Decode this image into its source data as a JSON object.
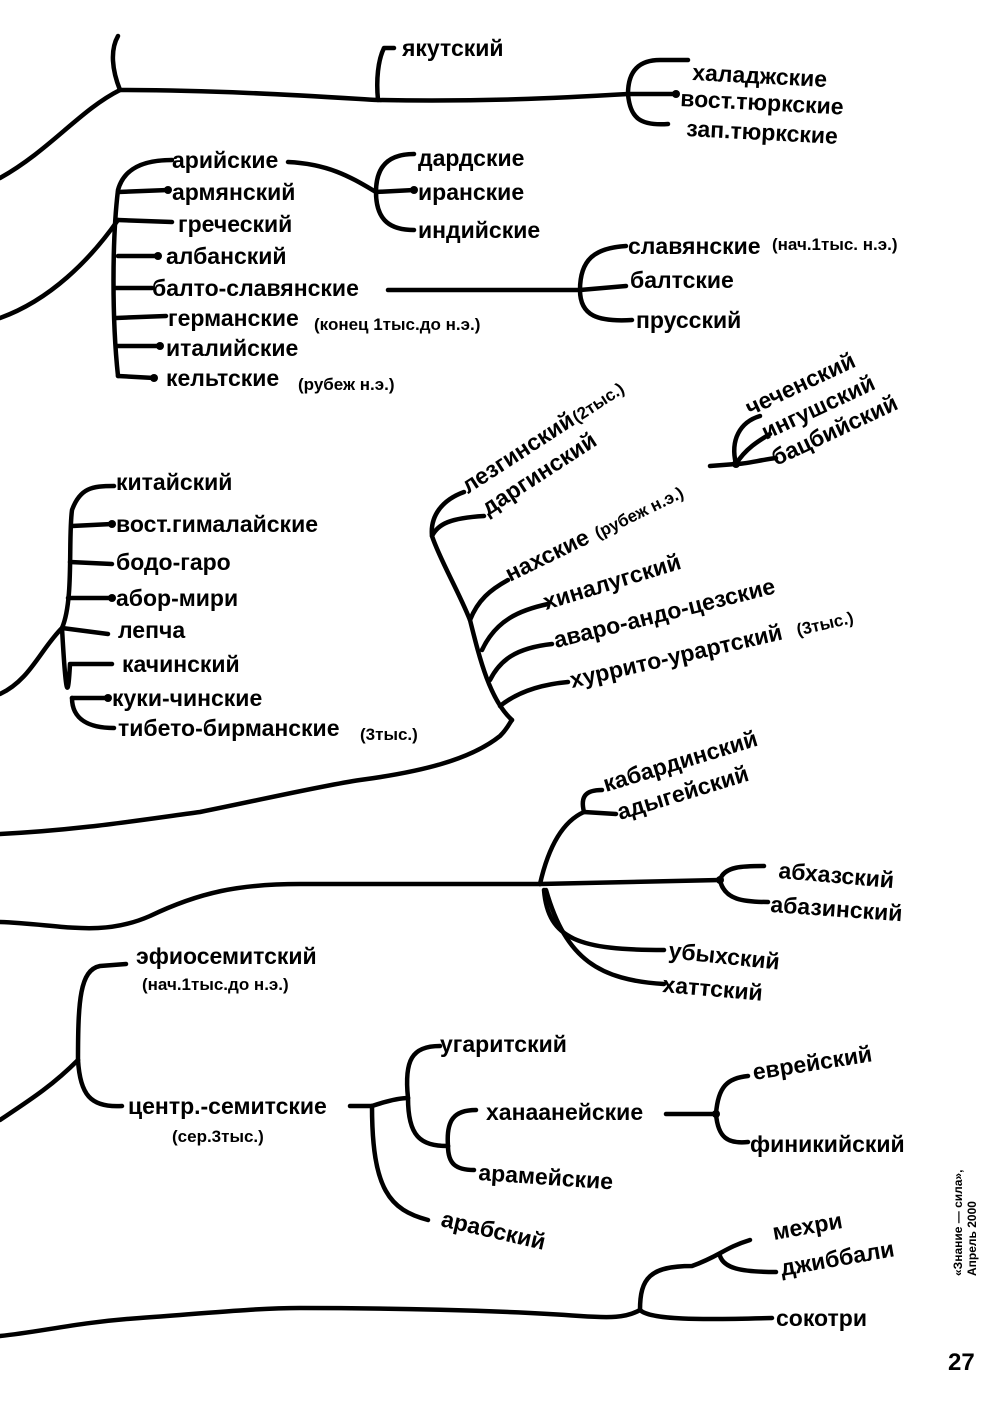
{
  "turkic": {
    "yakut": "якутский",
    "khalaj": "халаджские",
    "east_turkic": "вост.тюркские",
    "west_turkic": "зап.тюркские"
  },
  "indo_european": {
    "aryan": "арийские",
    "armenian": "армянский",
    "greek": "греческий",
    "albanian": "албанский",
    "balto_slavic": "балто-славянские",
    "germanic": "германские",
    "germanic_note": "(конец 1тыс.до н.э.)",
    "italic": "италийские",
    "celtic": "кельтские",
    "celtic_note": "(рубеж н.э.)",
    "dardic": "дардские",
    "iranian": "иранские",
    "indian": "индийские",
    "slavic": "славянские",
    "slavic_note": "(нач.1тыс. н.э.)",
    "baltic": "балтские",
    "prussian": "прусский"
  },
  "sino_tibetan": {
    "chinese": "китайский",
    "east_himalayan": "вост.гималайские",
    "bodo_garo": "бодо-гаро",
    "abor_miri": "абор-мири",
    "lepcha": "лепча",
    "kachin": "качинский",
    "kuki_chin": "куки-чинские",
    "tibeto_burman": "тибето-бирманские",
    "tibeto_burman_note": "(3тыс.)"
  },
  "east_caucasian": {
    "lezgin": "лезгинский",
    "lezgin_note": "(2тыс.)",
    "dargin": "даргинский",
    "nakh": "нахские",
    "nakh_note": "(рубеж н.э.)",
    "chechen": "чеченский",
    "ingush": "ингушский",
    "batsbi": "бацбийский",
    "khinalug": "хиналугский",
    "avar_andi_tsez": "аваро-андо-цезские",
    "hurro_urartian": "хуррито-урартский",
    "hurro_urartian_note": "(3тыс.)"
  },
  "west_caucasian": {
    "kabardian": "кабардинский",
    "adyghe": "адыгейский",
    "abkhaz": "абхазский",
    "abaza": "абазинский",
    "ubykh": "убыхский",
    "hattic": "хаттский"
  },
  "semitic": {
    "ethiosemitic": "эфиосемитский",
    "ethiosemitic_note": "(нач.1тыс.до н.э.)",
    "central_semitic": "центр.-семитские",
    "central_semitic_note": "(сер.3тыс.)",
    "ugaritic": "угаритский",
    "canaanite": "ханаанейские",
    "aramaic": "арамейские",
    "arabic": "арабский",
    "hebrew": "еврейский",
    "phoenician": "финикийский",
    "mehri": "мехри",
    "jibbali": "джиббали",
    "soqotri": "сокотри"
  },
  "footer": {
    "source_line1": "«Знание — сила»,",
    "source_line2": "Апрель 2000",
    "page_number": "27"
  }
}
